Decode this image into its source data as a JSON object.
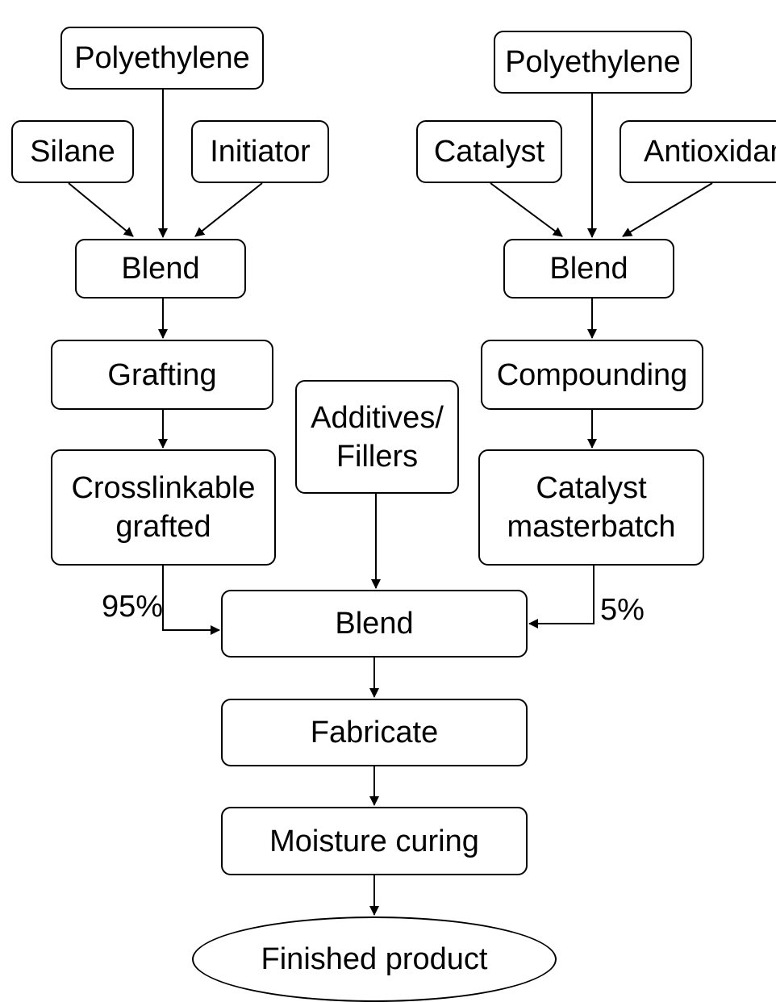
{
  "left_branch": {
    "polyethylene": "Polyethylene",
    "silane": "Silane",
    "initiator": "Initiator",
    "blend": "Blend",
    "grafting": "Grafting",
    "crosslinkable": "Crosslinkable\ngrafted"
  },
  "right_branch": {
    "polyethylene": "Polyethylene",
    "catalyst": "Catalyst",
    "antioxidant": "Antioxidant",
    "blend": "Blend",
    "compounding": "Compounding",
    "masterbatch": "Catalyst\nmasterbatch"
  },
  "center": {
    "additives": "Additives/\nFillers",
    "blend": "Blend",
    "fabricate": "Fabricate",
    "moisture_curing": "Moisture curing",
    "finished_product": "Finished product"
  },
  "ratios": {
    "left_percent": "95%",
    "right_percent": "5%"
  }
}
